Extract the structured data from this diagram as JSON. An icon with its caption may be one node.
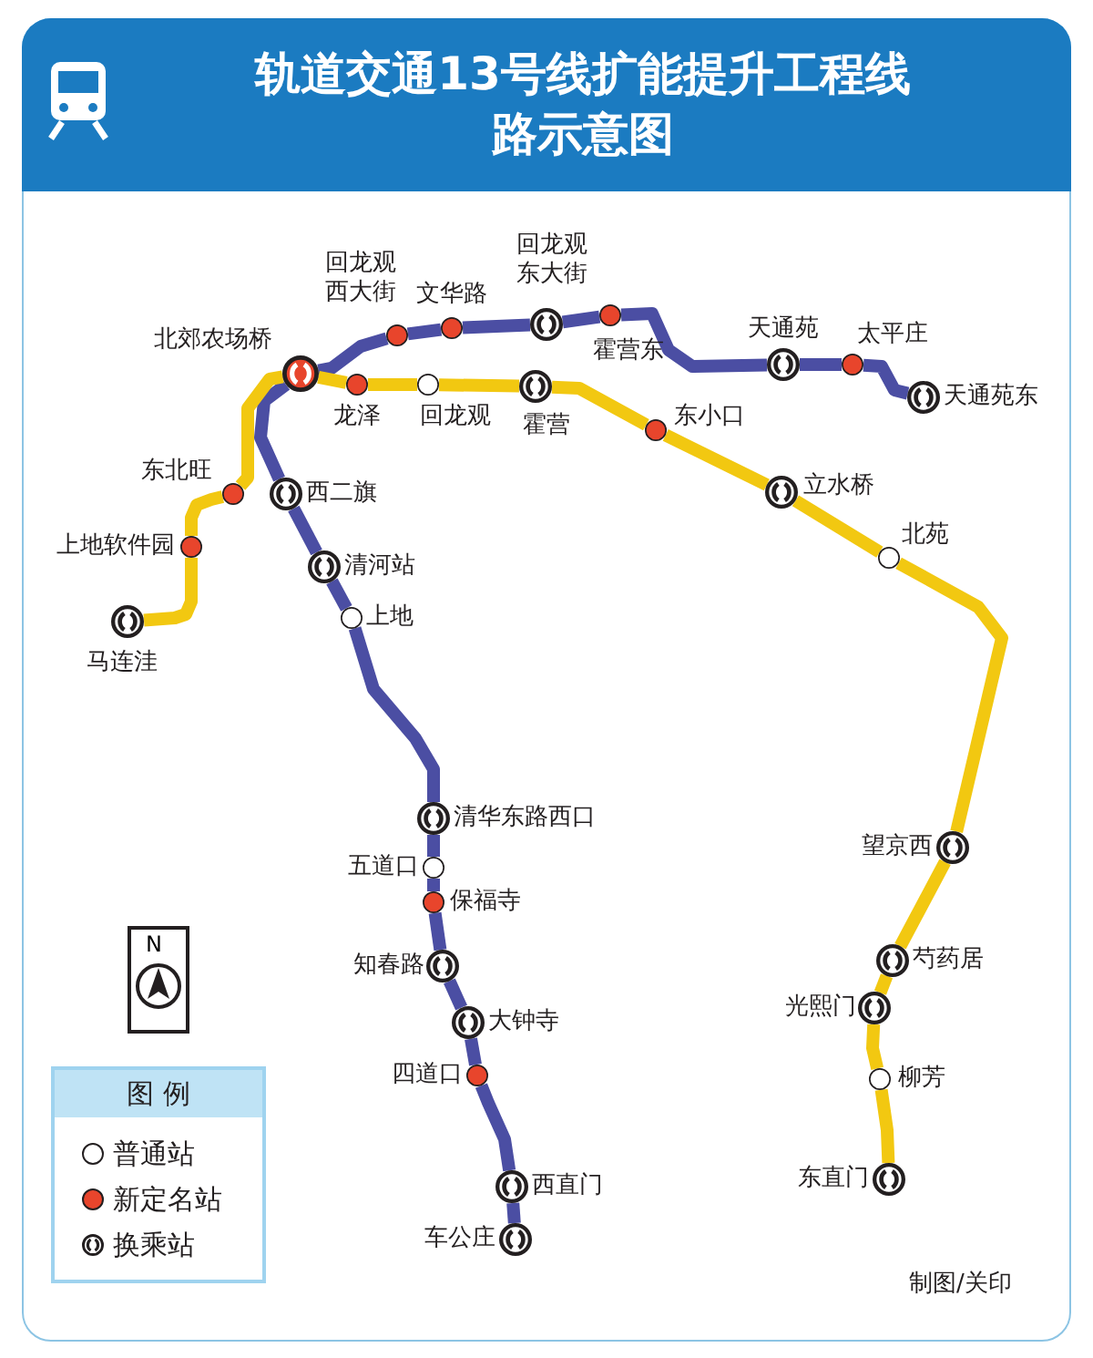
{
  "diagram": {
    "title": "轨道交通13号线扩能提升工程线路示意图",
    "nodes": [
      {
        "text": [],
        "shape": "circle",
        "beside": [
          "车公庄"
        ]
      },
      {
        "text": [],
        "shape": "circle",
        "beside": [
          "西直门"
        ]
      },
      {
        "text": [],
        "shape": "circle",
        "beside": [
          "四道口"
        ]
      },
      {
        "text": [],
        "shape": "circle",
        "beside": [
          "大钟寺"
        ]
      },
      {
        "text": [],
        "shape": "circle",
        "beside": [
          "知春路"
        ]
      },
      {
        "text": [],
        "shape": "circle",
        "beside": [
          "保福寺"
        ]
      },
      {
        "text": [],
        "shape": "circle",
        "beside": [
          "五道口"
        ]
      },
      {
        "text": [],
        "shape": "circle",
        "beside": [
          "清华东路西口"
        ]
      },
      {
        "text": [],
        "shape": "circle",
        "beside": [
          "上地"
        ]
      },
      {
        "text": [],
        "shape": "circle",
        "beside": [
          "清河站"
        ]
      },
      {
        "text": [],
        "shape": "circle",
        "beside": [
          "西二旗"
        ]
      },
      {
        "text": [],
        "shape": "circle",
        "beside": [
          "北郊农场桥"
        ]
      },
      {
        "text": [],
        "shape": "circle",
        "beside": [
          "回龙观西大街"
        ]
      },
      {
        "text": [],
        "shape": "circle",
        "beside": [
          "文华路"
        ]
      },
      {
        "text": [],
        "shape": "circle",
        "beside": [
          "回龙观东大街"
        ]
      },
      {
        "text": [],
        "shape": "circle",
        "beside": [
          "霍营东"
        ]
      },
      {
        "text": [],
        "shape": "circle",
        "beside": [
          "天通苑"
        ]
      },
      {
        "text": [],
        "shape": "circle",
        "beside": [
          "太平庄"
        ]
      },
      {
        "text": [],
        "shape": "circle",
        "beside": [
          "天通苑东"
        ]
      },
      {
        "text": [],
        "shape": "circle",
        "beside": [
          "马连洼"
        ]
      },
      {
        "text": [],
        "shape": "circle",
        "beside": [
          "上地软件园"
        ]
      },
      {
        "text": [],
        "shape": "circle",
        "beside": [
          "东北旺"
        ]
      },
      {
        "text": [],
        "shape": "circle",
        "beside": [
          "龙泽"
        ]
      },
      {
        "text": [],
        "shape": "circle",
        "beside": [
          "回龙观"
        ]
      },
      {
        "text": [],
        "shape": "circle",
        "beside": [
          "霍营"
        ]
      },
      {
        "text": [],
        "shape": "circle",
        "beside": [
          "东小口"
        ]
      },
      {
        "text": [],
        "shape": "circle",
        "beside": [
          "立水桥"
        ]
      },
      {
        "text": [],
        "shape": "circle",
        "beside": [
          "北苑"
        ]
      },
      {
        "text": [],
        "shape": "circle",
        "beside": [
          "望京西"
        ]
      },
      {
        "text": [],
        "shape": "circle",
        "beside": [
          "芍药居"
        ]
      },
      {
        "text": [],
        "shape": "circle",
        "beside": [
          "光熙门"
        ]
      },
      {
        "text": [],
        "shape": "circle",
        "beside": [
          "柳芳"
        ]
      },
      {
        "text": [],
        "shape": "circle",
        "beside": [
          "东直门"
        ]
      }
    ],
    "edges": [
      {
        "from": 0,
        "to": 1,
        "arrow": "none"
      },
      {
        "from": 1,
        "to": 2,
        "arrow": "none"
      },
      {
        "from": 2,
        "to": 3,
        "arrow": "none"
      },
      {
        "from": 3,
        "to": 4,
        "arrow": "none"
      },
      {
        "from": 4,
        "to": 5,
        "arrow": "none"
      },
      {
        "from": 5,
        "to": 6,
        "arrow": "none"
      },
      {
        "from": 6,
        "to": 7,
        "arrow": "none"
      },
      {
        "from": 7,
        "to": 8,
        "arrow": "none"
      },
      {
        "from": 8,
        "to": 9,
        "arrow": "none"
      },
      {
        "from": 9,
        "to": 10,
        "arrow": "none"
      },
      {
        "from": 10,
        "to": 11,
        "arrow": "none"
      },
      {
        "from": 11,
        "to": 12,
        "arrow": "none"
      },
      {
        "from": 12,
        "to": 13,
        "arrow": "none"
      },
      {
        "from": 13,
        "to": 14,
        "arrow": "none"
      },
      {
        "from": 14,
        "to": 15,
        "arrow": "none"
      },
      {
        "from": 15,
        "to": 16,
        "arrow": "none"
      },
      {
        "from": 16,
        "to": 17,
        "arrow": "none"
      },
      {
        "from": 17,
        "to": 18,
        "arrow": "none"
      },
      {
        "from": 19,
        "to": 20,
        "arrow": "none",
        "color": "#f2c811"
      },
      {
        "from": 20,
        "to": 21,
        "arrow": "none",
        "color": "#f2c811"
      },
      {
        "from": 21,
        "to": 11,
        "arrow": "none",
        "color": "#f2c811"
      },
      {
        "from": 11,
        "to": 22,
        "arrow": "none",
        "color": "#f2c811"
      },
      {
        "from": 22,
        "to": 23,
        "arrow": "none",
        "color": "#f2c811"
      },
      {
        "from": 23,
        "to": 24,
        "arrow": "none",
        "color": "#f2c811"
      },
      {
        "from": 24,
        "to": 25,
        "arrow": "none",
        "color": "#f2c811"
      },
      {
        "from": 25,
        "to": 26,
        "arrow": "none",
        "color": "#f2c811"
      },
      {
        "from": 26,
        "to": 27,
        "arrow": "none",
        "color": "#f2c811"
      },
      {
        "from": 27,
        "to": 28,
        "arrow": "none",
        "color": "#f2c811"
      },
      {
        "from": 28,
        "to": 29,
        "arrow": "none",
        "color": "#f2c811"
      },
      {
        "from": 29,
        "to": 30,
        "arrow": "none",
        "color": "#f2c811"
      },
      {
        "from": 30,
        "to": 31,
        "arrow": "none",
        "color": "#f2c811"
      },
      {
        "from": 31,
        "to": 32,
        "arrow": "none",
        "color": "#f2c811"
      }
    ],
    "labels": [
      "N",
      "图 例",
      "制图/关印"
    ],
    "legend": [
      {
        "text": "普通站"
      },
      {
        "text": "新定名站"
      },
      {
        "text": "换乘站"
      }
    ]
  }
}
